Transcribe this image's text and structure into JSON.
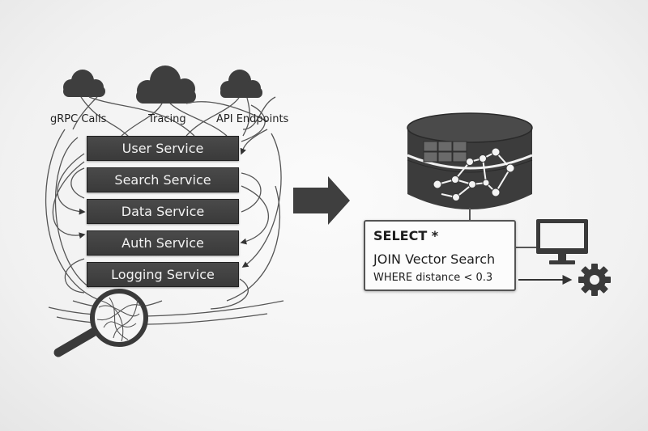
{
  "labels": {
    "grpc": "gRPC Calls",
    "tracing": "Tracing",
    "api": "API Endpoints"
  },
  "services": [
    {
      "name": "User Service"
    },
    {
      "name": "Search Service"
    },
    {
      "name": "Data Service"
    },
    {
      "name": "Auth Service"
    },
    {
      "name": "Logging Service"
    }
  ],
  "query": {
    "line1": "SELECT *",
    "line2": "JOIN Vector Search",
    "line3": "WHERE distance < 0.3"
  },
  "icons": [
    "cloud-icon",
    "magnifier-icon",
    "arrow-icon",
    "database-icon",
    "monitor-icon",
    "gear-icon"
  ],
  "colors": {
    "dark": "#3f3f3f",
    "stroke": "#444444",
    "background": "#f3f3f3"
  }
}
